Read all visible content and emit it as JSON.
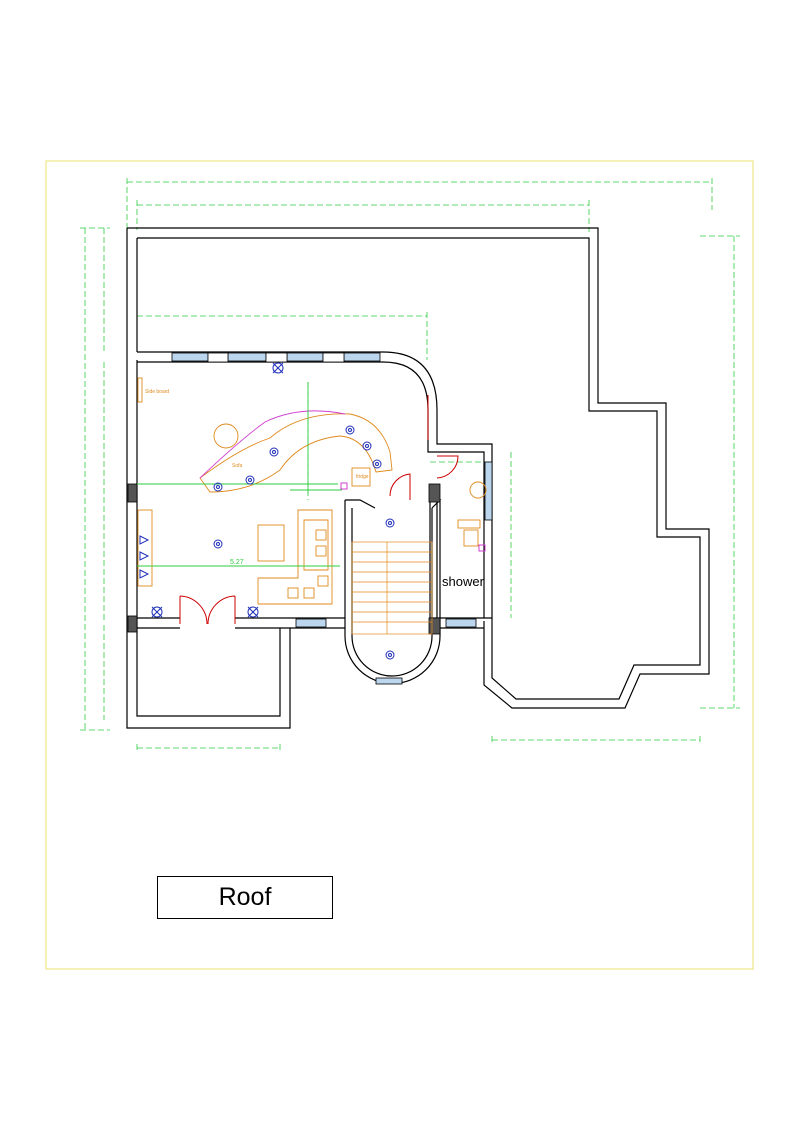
{
  "title": "Roof",
  "rooms": {
    "shower": "shower",
    "sofa": "Sofa",
    "fridge": "fridge",
    "side_board": "Side board"
  },
  "dimensions": {
    "living_width": "5.27"
  },
  "colors": {
    "wall": "#000000",
    "dimension": "#2ecc40",
    "furniture": "#e08a1e",
    "window": "#6fa8dc",
    "light": "#1f2fb8",
    "door": "#cc0000",
    "curve": "#d040d0",
    "sheet_border": "#e8e070"
  }
}
